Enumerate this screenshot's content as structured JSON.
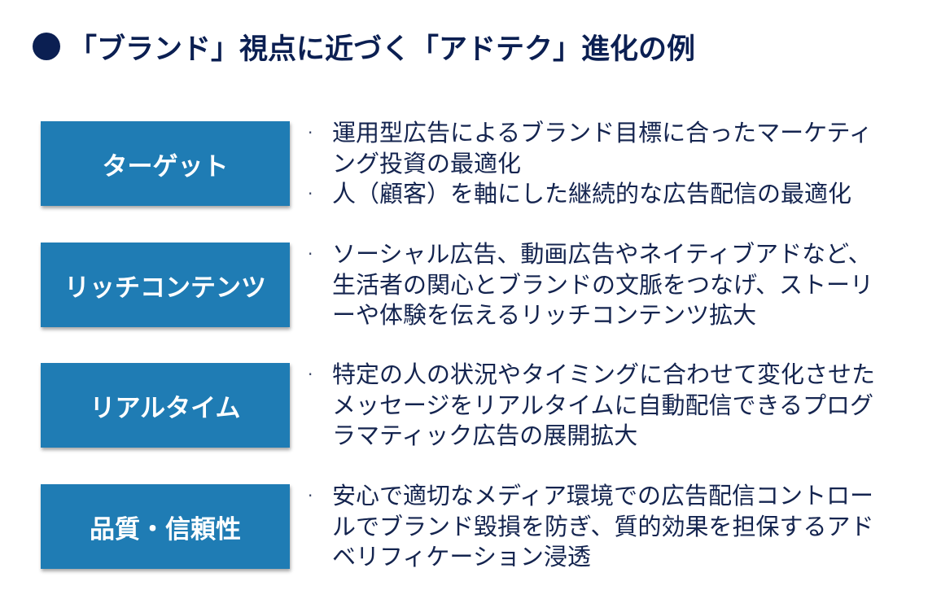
{
  "title": {
    "icon": "filled-circle-bullet",
    "text": "「ブランド」視点に近づく「アドテク」進化の例"
  },
  "colors": {
    "title": "#0b1f52",
    "label_box": "#1f7cb4",
    "label_text": "#ffffff",
    "body_text": "#14244f"
  },
  "rows": [
    {
      "label": "ターゲット",
      "bullets": [
        "運用型広告によるブランド目標に合ったマーケティング投資の最適化",
        "人（顧客）を軸にした継続的な広告配信の最適化"
      ]
    },
    {
      "label": "リッチコンテンツ",
      "bullets": [
        "ソーシャル広告、動画広告やネイティブアドなど、生活者の関心とブランドの文脈をつなげ、ストーリーや体験を伝えるリッチコンテンツ拡大"
      ]
    },
    {
      "label": "リアルタイム",
      "bullets": [
        "特定の人の状況やタイミングに合わせて変化させたメッセージをリアルタイムに自動配信できるプログラマティック広告の展開拡大"
      ]
    },
    {
      "label": "品質・信頼性",
      "bullets": [
        "安心で適切なメディア環境での広告配信コントロールでブランド毀損を防ぎ、質的効果を担保するアドベリフィケーション浸透"
      ]
    }
  ],
  "bullet_char": "·"
}
